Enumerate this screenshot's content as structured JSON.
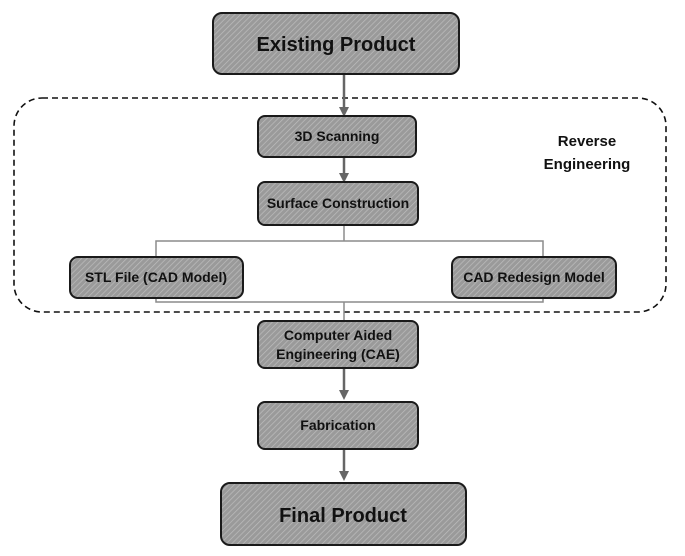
{
  "diagram": {
    "group": {
      "label_line1": "Reverse",
      "label_line2": "Engineering"
    },
    "nodes": {
      "existing_product": "Existing Product",
      "scanning": "3D Scanning",
      "surface_construction": "Surface Construction",
      "stl_file": "STL File (CAD Model)",
      "cad_redesign": "CAD Redesign Model",
      "cae_line1": "Computer Aided",
      "cae_line2": "Engineering (CAE)",
      "fabrication": "Fabrication",
      "final_product": "Final Product"
    },
    "colors": {
      "box_fill": "#9a9a9a",
      "hatch": "#bdbdbd",
      "border": "#1a1a1a",
      "arrow": "#666666",
      "connector": "#8c8c8c",
      "dashed_outline": "#111111"
    }
  }
}
